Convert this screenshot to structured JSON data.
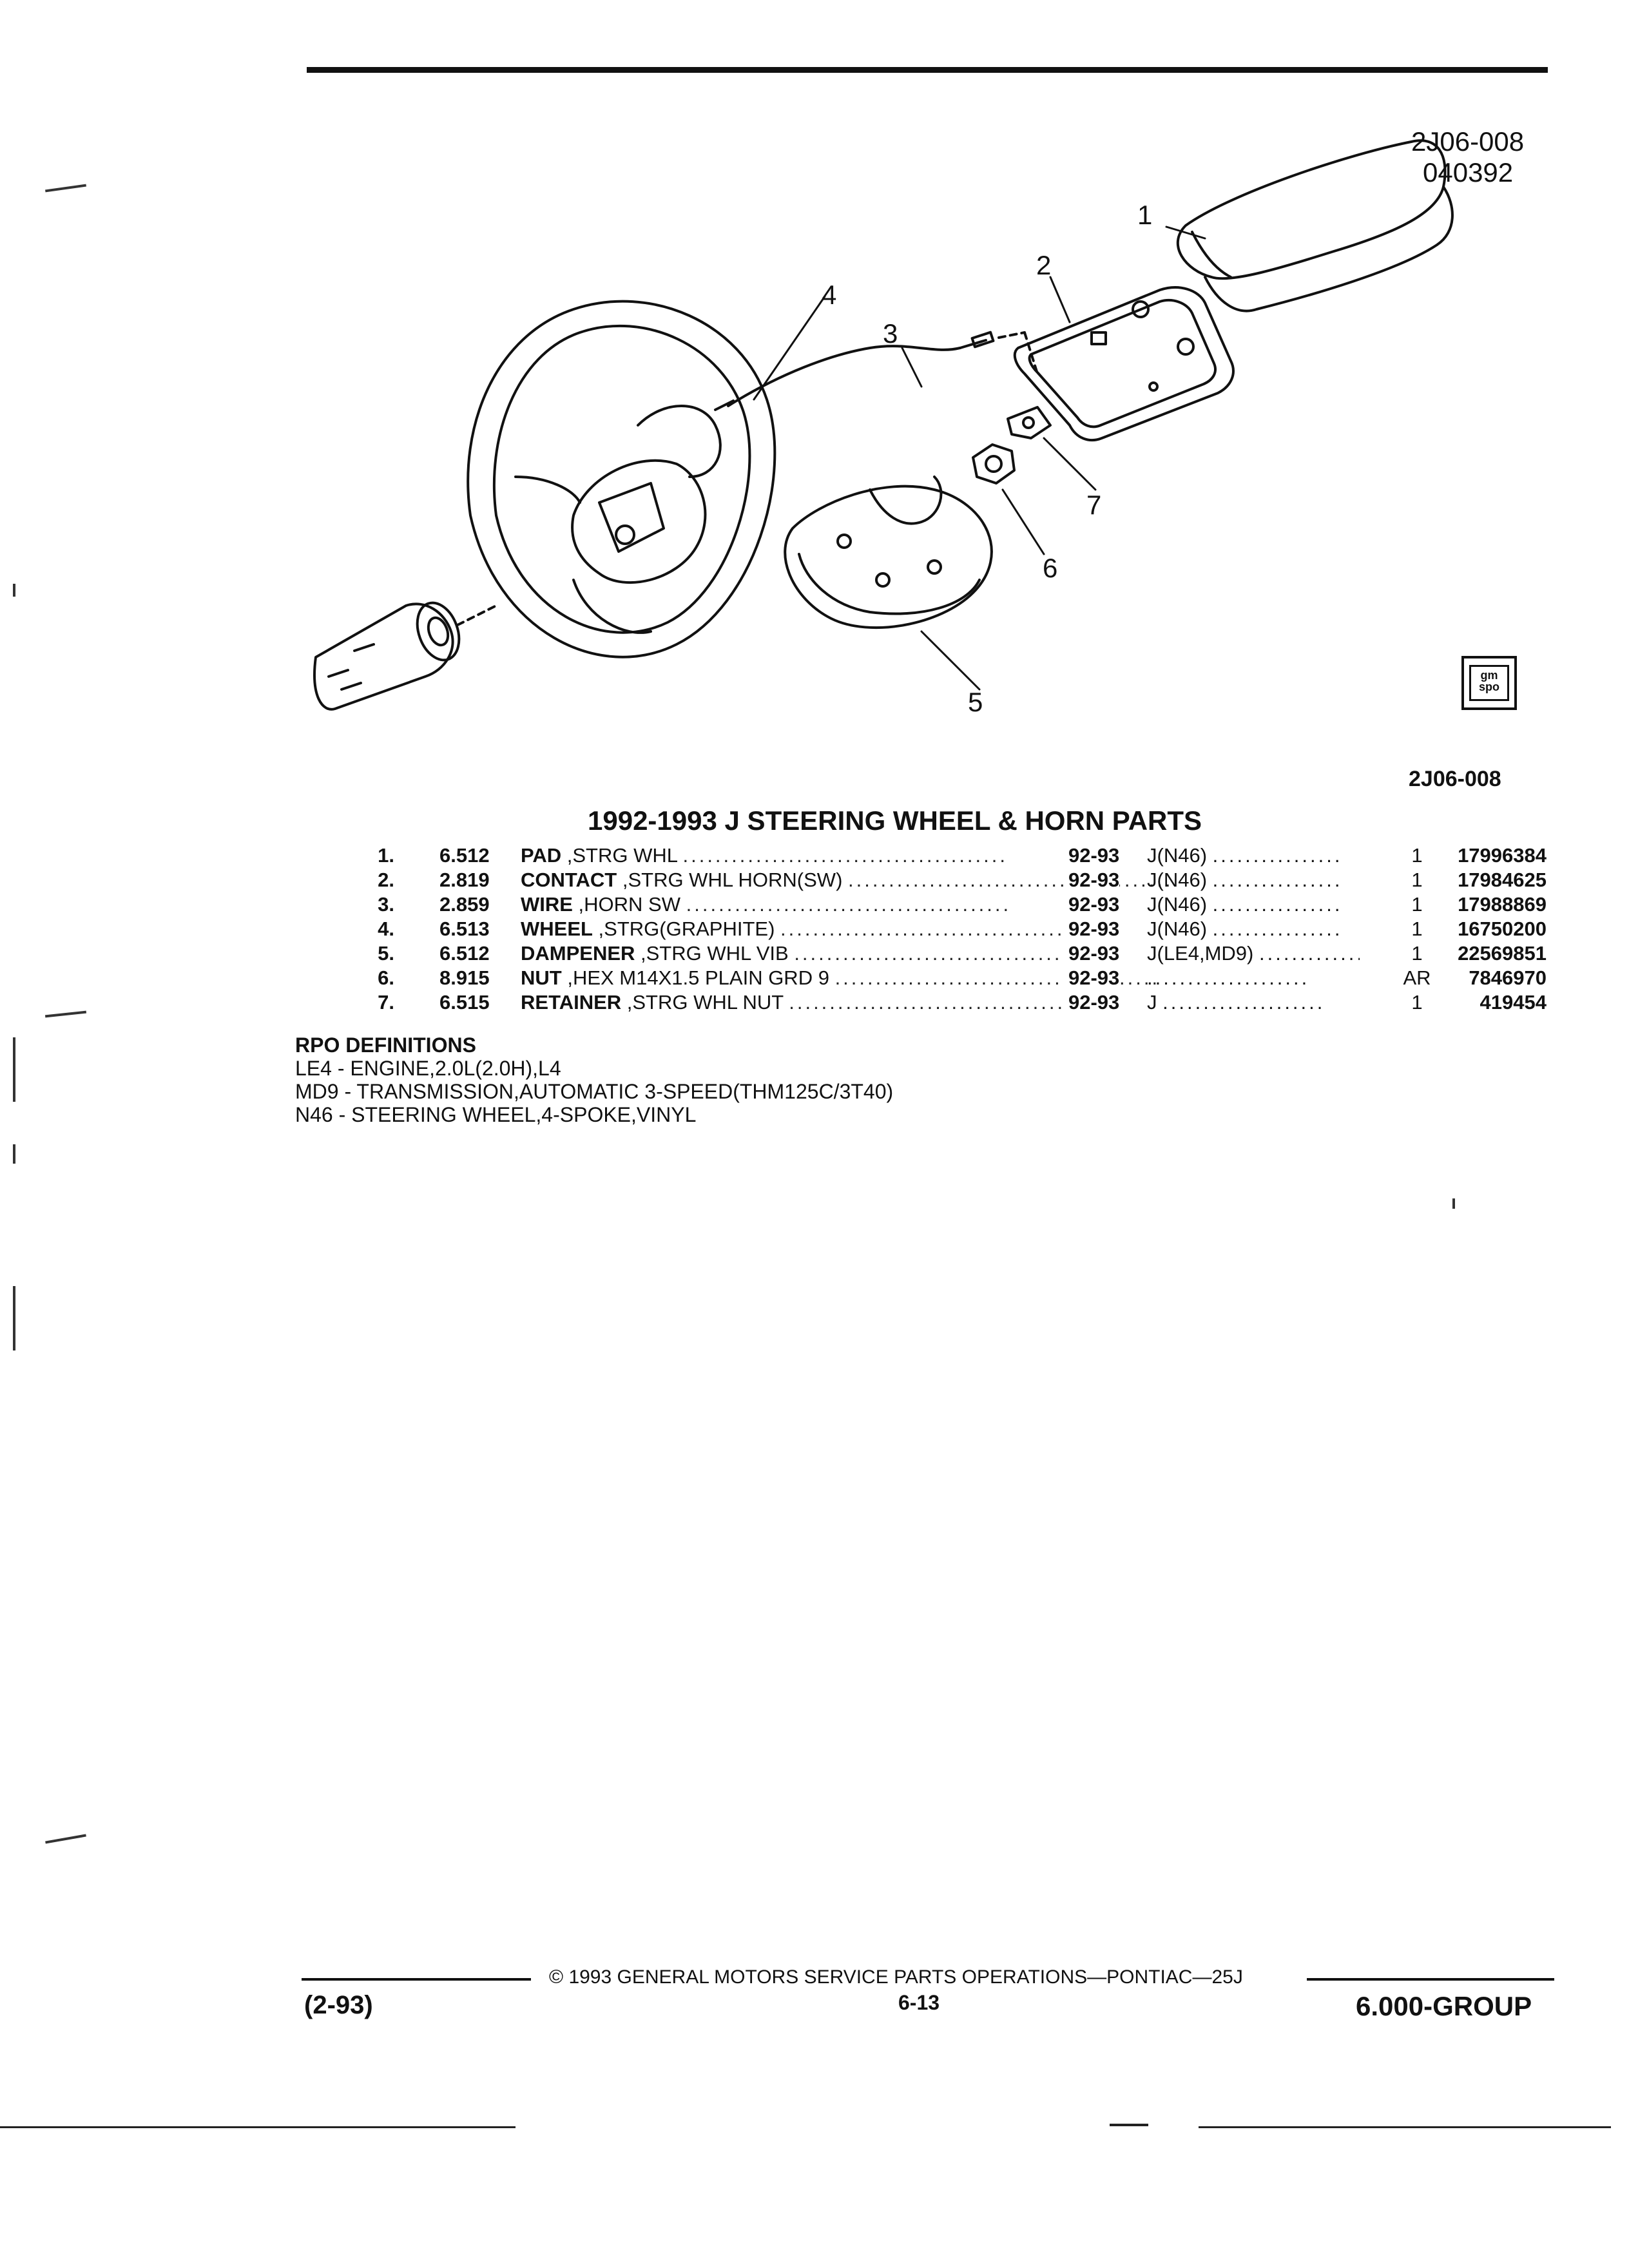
{
  "diagram": {
    "id_line1": "2J06-008",
    "id_line2": "040392",
    "callouts": [
      "1",
      "2",
      "3",
      "4",
      "5",
      "6",
      "7"
    ]
  },
  "logo_text": [
    "gm",
    "spo"
  ],
  "figure_ref": "2J06-008",
  "section_title": "1992-1993 J STEERING WHEEL & HORN PARTS",
  "parts": [
    {
      "num": "1.",
      "code": "6.512",
      "name": "PAD",
      "detail": " ,STRG WHL",
      "years": "92-93",
      "app": "J(N46)",
      "qty": "1",
      "part": "17996384"
    },
    {
      "num": "2.",
      "code": "2.819",
      "name": "CONTACT",
      "detail": " ,STRG WHL HORN(SW)",
      "years": "92-93",
      "app": "J(N46)",
      "qty": "1",
      "part": "17984625"
    },
    {
      "num": "3.",
      "code": "2.859",
      "name": "WIRE",
      "detail": " ,HORN SW",
      "years": "92-93",
      "app": "J(N46)",
      "qty": "1",
      "part": "17988869"
    },
    {
      "num": "4.",
      "code": "6.513",
      "name": "WHEEL",
      "detail": " ,STRG(GRAPHITE)",
      "years": "92-93",
      "app": "J(N46)",
      "qty": "1",
      "part": "16750200"
    },
    {
      "num": "5.",
      "code": "6.512",
      "name": "DAMPENER",
      "detail": " ,STRG WHL VIB",
      "years": "92-93",
      "app": "J(LE4,MD9)",
      "qty": "1",
      "part": "22569851"
    },
    {
      "num": "6.",
      "code": "8.915",
      "name": "NUT",
      "detail": " ,HEX M14X1.5 PLAIN GRD 9",
      "years": "92-93",
      "app": "",
      "qty": "AR",
      "part": "7846970"
    },
    {
      "num": "7.",
      "code": "6.515",
      "name": "RETAINER",
      "detail": " ,STRG WHL NUT",
      "years": "92-93",
      "app": "J",
      "qty": "1",
      "part": "419454"
    }
  ],
  "rpo": {
    "heading": "RPO DEFINITIONS",
    "items": [
      "LE4 - ENGINE,2.0L(2.0H),L4",
      "MD9 - TRANSMISSION,AUTOMATIC 3-SPEED(THM125C/3T40)",
      "N46 - STEERING WHEEL,4-SPOKE,VINYL"
    ]
  },
  "footer": {
    "copyright": "© 1993 GENERAL MOTORS SERVICE PARTS OPERATIONS—PONTIAC—25J",
    "revision": "(2-93)",
    "page": "6-13",
    "group": "6.000-GROUP"
  }
}
